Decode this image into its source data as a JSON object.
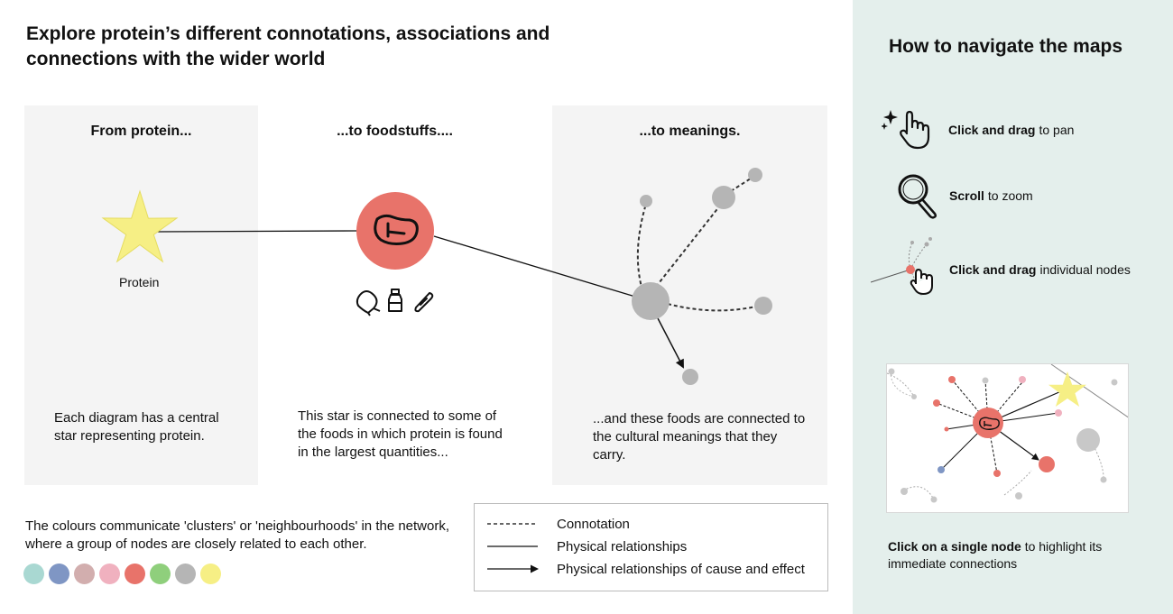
{
  "main_title": "Explore protein’s different connotations, associations and connections with the wider world",
  "panels": {
    "protein": {
      "title": "From protein...",
      "node_label": "Protein",
      "description": "Each diagram has a central star representing protein."
    },
    "foodstuffs": {
      "title": "...to foodstuffs....",
      "description": "This star is connected to some of the foods in which protein is found in the largest quantities..."
    },
    "meanings": {
      "title": "...to meanings.",
      "description": "...and these foods are connected to the cultural meanings that they carry."
    }
  },
  "clusters_text": "The colours communicate 'clusters' or 'neighbourhoods' in the network, where a group of nodes are closely related to each other.",
  "cluster_colors": [
    "#a9d8d2",
    "#7f96c4",
    "#d2aeae",
    "#f0b1bf",
    "#e8736a",
    "#8fcf7c",
    "#b5b5b5",
    "#f6ef85"
  ],
  "legend": [
    {
      "style": "dashed",
      "label": "Connotation"
    },
    {
      "style": "solid",
      "label": "Physical relationships"
    },
    {
      "style": "arrow",
      "label": "Physical relationships of cause and effect"
    }
  ],
  "sidebar": {
    "title": "How to navigate the maps",
    "items": [
      {
        "bold": "Click and drag",
        "rest": "to pan",
        "icon": "hand-pan-icon"
      },
      {
        "bold": "Scroll",
        "rest": "to zoom",
        "icon": "magnifier-icon"
      },
      {
        "bold": "Click and drag",
        "rest": "individual nodes",
        "icon": "hand-drag-node-icon"
      }
    ],
    "highlight_bold": "Click on a single node",
    "highlight_rest": "to highlight its immediate connections"
  },
  "colors": {
    "star": "#f6ef85",
    "food_node": "#e8736a",
    "meaning_node": "#b5b5b5",
    "sidebar_bg": "#e4efec"
  },
  "icons": [
    "meat-icon",
    "drumstick-icon",
    "milk-bottle-icon",
    "sausage-icon"
  ]
}
